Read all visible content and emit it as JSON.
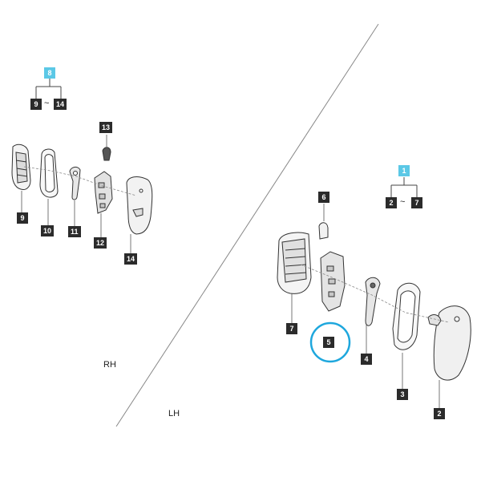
{
  "callouts": {
    "c1": "1",
    "c2": "2",
    "c3": "3",
    "c4": "4",
    "c5": "5",
    "c6": "6",
    "c7": "7",
    "c8": "8",
    "c9": "9",
    "c10": "10",
    "c11": "11",
    "c12": "12",
    "c13": "13",
    "c14": "14"
  },
  "group_rh": {
    "head": "8",
    "from": "9",
    "to": "14",
    "sep": "~"
  },
  "group_lh": {
    "head": "1",
    "from": "2",
    "to": "7",
    "sep": "~"
  },
  "labels": {
    "rh": "RH",
    "lh": "LH"
  },
  "colors": {
    "highlight": "#5bc8e6",
    "callout_bg": "#2b2b2b",
    "line": "#555555",
    "ring": "#1ea7dd"
  }
}
